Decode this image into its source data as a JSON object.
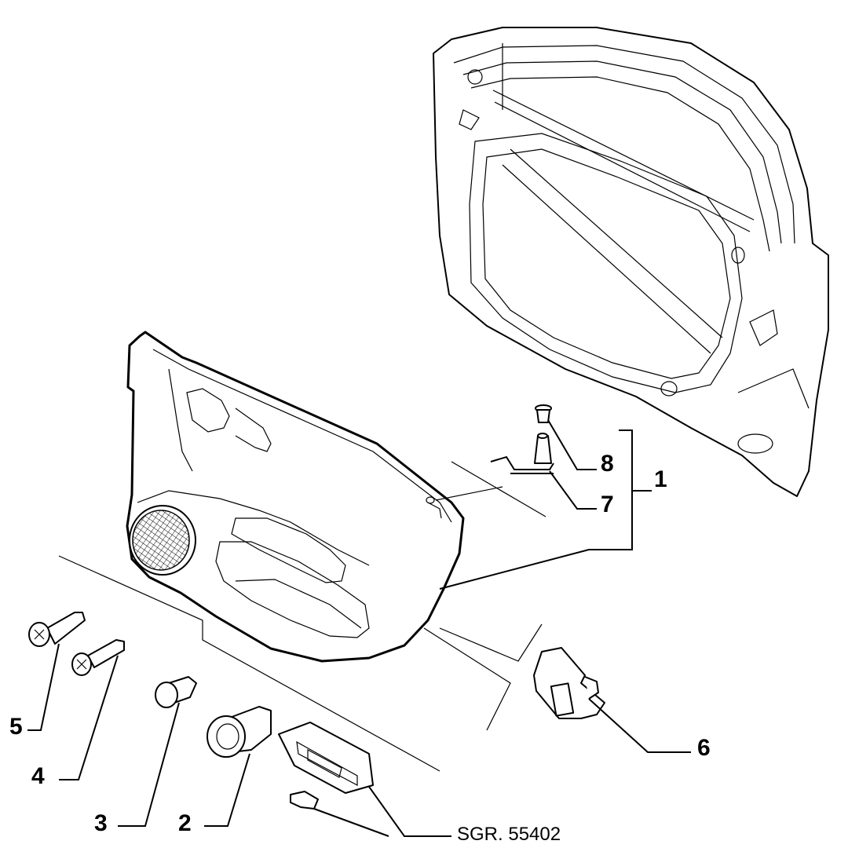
{
  "callouts": [
    {
      "id": "1",
      "label": "1"
    },
    {
      "id": "2",
      "label": "2"
    },
    {
      "id": "3",
      "label": "3"
    },
    {
      "id": "4",
      "label": "4"
    },
    {
      "id": "5",
      "label": "5"
    },
    {
      "id": "6",
      "label": "6"
    },
    {
      "id": "7",
      "label": "7"
    },
    {
      "id": "8",
      "label": "8"
    }
  ],
  "reference": "SGR. 55402"
}
